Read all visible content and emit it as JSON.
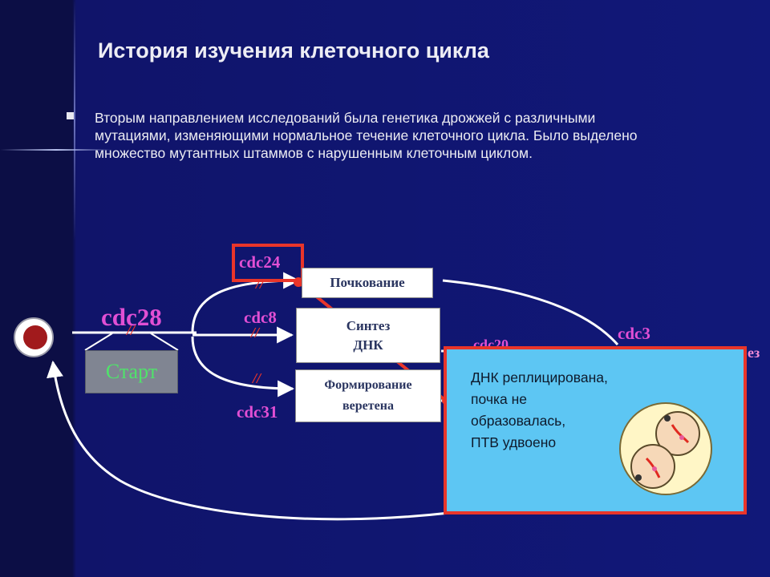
{
  "slide": {
    "title": "История изучения клеточного цикла",
    "body": "Вторым направлением исследований была генетика дрожжей с различными мутациями, изменяющими нормальное течение клеточного цикла. Было выделено множество мутантных штаммов с нарушенным клеточным циклом."
  },
  "diagram": {
    "start_label": "Старт",
    "genes": {
      "cdc28": "cdc28",
      "cdc24": "cdc24",
      "cdc8": "cdc8",
      "cdc31": "cdc31",
      "cdc3": "cdc3",
      "cdc20": "cdc20"
    },
    "boxes": {
      "budding": "Почкование",
      "dna_synthesis_line1": "Синтез",
      "dna_synthesis_line2": "ДНК",
      "spindle_line1": "Формирование",
      "spindle_line2": "веретена"
    },
    "partial_right_label": "ез",
    "block_mark": "//"
  },
  "callout": {
    "line1": "ДНК реплицирована,",
    "line2": "почка не",
    "line3": "образовалась,",
    "line4": "ПТВ удвоено"
  },
  "colors": {
    "background": "#111879",
    "gene_label": "#e14fd4",
    "highlight": "#e9352a",
    "callout_bg": "#5dc6f3",
    "start_text": "#4fe36a"
  }
}
